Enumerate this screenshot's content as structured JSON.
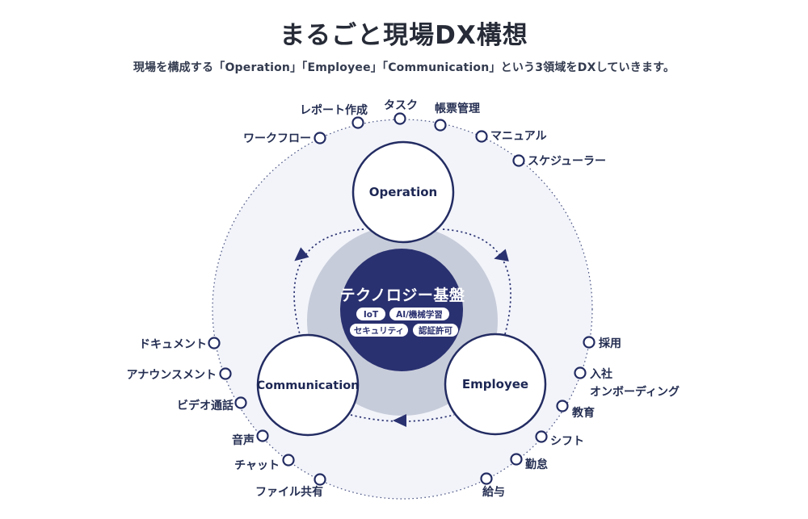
{
  "header": {
    "title": "まるごと現場DX構想",
    "subtitle": "現場を構成する「Operation」「Employee」「Communication」という3領域をDXしていきます。"
  },
  "colors": {
    "navy": "#2a3170",
    "ring_gray": "#c7ccda",
    "outer_fill": "#f2f4fa",
    "label_text": "#242e52",
    "title_text": "#262b37"
  },
  "core": {
    "label": "テクノロジー基盤",
    "badges": [
      {
        "label": "IoT"
      },
      {
        "label": "AI/機械学習"
      },
      {
        "label": "セキュリティ"
      },
      {
        "label": "認証許可"
      }
    ]
  },
  "domains": [
    {
      "label": "Operation"
    },
    {
      "label": "Communication"
    },
    {
      "label": "Employee"
    }
  ],
  "nodes": [
    {
      "label": "ワークフロー"
    },
    {
      "label": "レポート作成"
    },
    {
      "label": "タスク"
    },
    {
      "label": "帳票管理"
    },
    {
      "label": "マニュアル"
    },
    {
      "label": "スケジューラー"
    },
    {
      "label": "採用"
    },
    {
      "label": "入社",
      "label2": "オンボーディング"
    },
    {
      "label": "教育"
    },
    {
      "label": "シフト"
    },
    {
      "label": "勤怠"
    },
    {
      "label": "給与"
    },
    {
      "label": "ファイル共有"
    },
    {
      "label": "チャット"
    },
    {
      "label": "音声"
    },
    {
      "label": "ビデオ通話"
    },
    {
      "label": "アナウンスメント"
    },
    {
      "label": "ドキュメント"
    }
  ]
}
